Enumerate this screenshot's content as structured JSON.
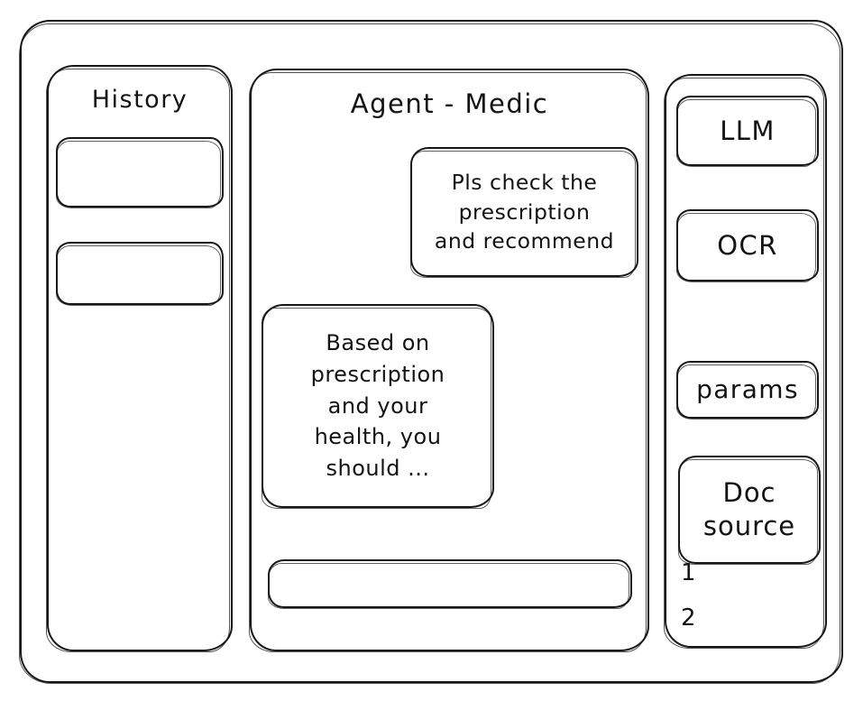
{
  "window": {
    "frame_label": "app-window"
  },
  "sidebar": {
    "title": "History",
    "items": [
      {
        "label": ""
      },
      {
        "label": ""
      }
    ]
  },
  "main": {
    "title": "Agent - Medic",
    "messages": [
      {
        "role": "user",
        "text": "Pls check the\nprescription\nand recommend"
      },
      {
        "role": "assistant",
        "text": "Based on\nprescription\nand your\nhealth, you\nshould ..."
      }
    ],
    "composer": {
      "value": "",
      "placeholder": ""
    }
  },
  "tools": {
    "buttons": [
      {
        "label": "LLM"
      },
      {
        "label": "OCR"
      },
      {
        "label": "params"
      }
    ],
    "doc_source": {
      "label": "Doc\nsource",
      "items": [
        "1",
        "2"
      ]
    }
  },
  "colors": {
    "ink": "#171717",
    "paper": "#ffffff"
  }
}
